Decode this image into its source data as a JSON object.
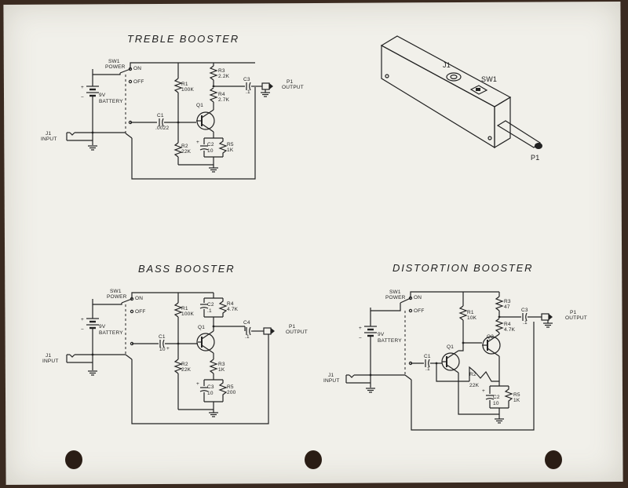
{
  "colors": {
    "paper": "#f1f0ea",
    "ink": "#222222",
    "background": "#3a2a20"
  },
  "titles": {
    "treble": "TREBLE BOOSTER",
    "bass": "BASS BOOSTER",
    "distortion": "DISTORTION BOOSTER"
  },
  "common": {
    "sw1": "SW1",
    "power": "POWER",
    "on": "ON",
    "off": "OFF",
    "battery_v": "9V",
    "battery": "BATTERY",
    "j1": "J1",
    "input": "INPUT",
    "p1": "P1",
    "output": "OUTPUT",
    "plus": "+",
    "minus": "−"
  },
  "treble": {
    "r1": "R1",
    "r1v": "100K",
    "r2": "R2",
    "r2v": "22K",
    "r3": "R3",
    "r3v": "2.2K",
    "r4": "R4",
    "r4v": "2.7K",
    "r5": "R5",
    "r5v": "1K",
    "c1": "C1",
    "c1v": ".0022",
    "c2": "C2",
    "c2v": "10",
    "c3": "C3",
    "c3v": ".1",
    "q1": "Q1"
  },
  "bass": {
    "r1": "R1",
    "r1v": "100K",
    "r2": "R2",
    "r2v": "22K",
    "r3": "R3",
    "r3v": "1K",
    "r4": "R4",
    "r4v": "4.7K",
    "r5": "R5",
    "r5v": "200",
    "c1": "C1",
    "c1v": "10",
    "c2": "C2",
    "c2v": ".1",
    "c3": "C3",
    "c3v": "10",
    "c4": "C4",
    "c4v": ".1",
    "q1": "Q1"
  },
  "distortion": {
    "r1": "R1",
    "r1v": "10K",
    "r2": "R2",
    "r2v": "22K",
    "r3": "R3",
    "r3v": "47",
    "r4": "R4",
    "r4v": "4.7K",
    "r5": "R5",
    "r5v": "1K",
    "c1": "C1",
    "c1v": ".1",
    "c2": "C2",
    "c2v": "10",
    "c3": "C3",
    "c3v": ".1",
    "q1": "Q1",
    "q2": "Q2"
  },
  "enclosure": {
    "j1": "J1",
    "sw1": "SW1",
    "p1": "P1"
  }
}
